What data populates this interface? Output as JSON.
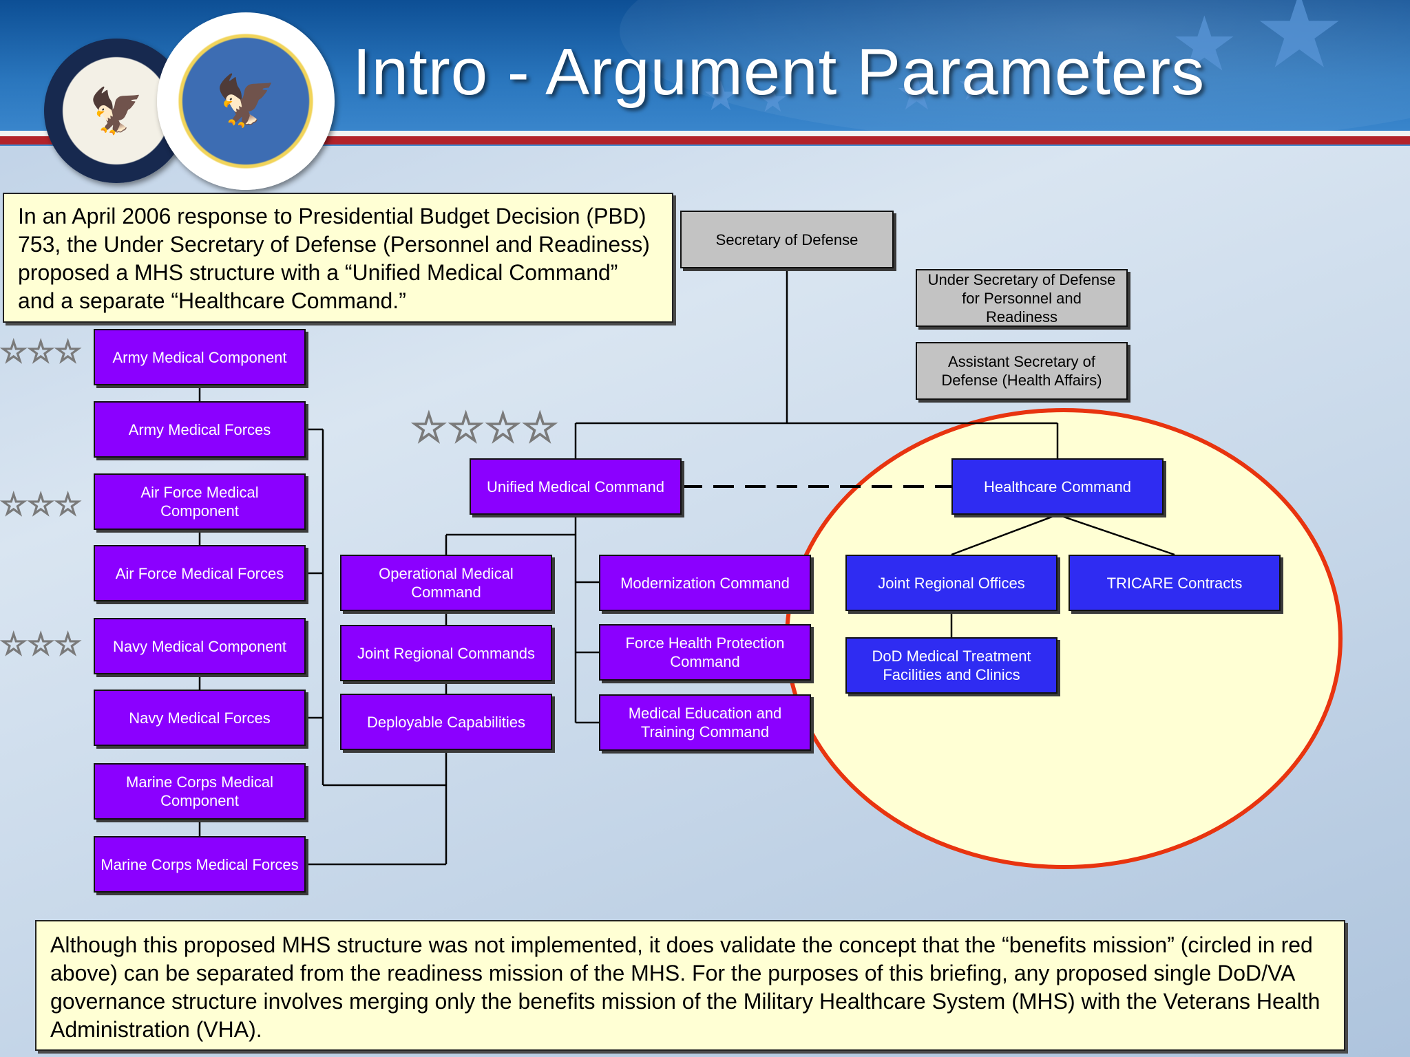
{
  "title": "Intro - Argument Parameters",
  "intro_text": "In an April 2006 response to Presidential Budget Decision (PBD) 753, the Under Secretary of Defense (Personnel and Readiness) proposed a MHS structure with a “Unified Medical Command” and a separate “Healthcare Command.”",
  "conclusion_text": "Although this proposed MHS structure was not implemented, it does validate the concept that the “benefits mission” (circled in red above) can be separated from the readiness mission of the MHS.  For the purposes of this briefing, any proposed single DoD/VA governance structure involves merging only the benefits mission of the Military Healthcare System (MHS) with the Veterans Health Administration (VHA).",
  "seals": {
    "va": "Department of Veterans Affairs seal",
    "dod": "Department of Defense seal"
  },
  "org": {
    "secdef": "Secretary of Defense",
    "usd_pr": "Under Secretary of Defense for Personnel and Readiness",
    "asd_ha": "Assistant Secretary of Defense (Health Affairs)",
    "umc": "Unified Medical Command",
    "hc_command": "Healthcare Command",
    "army_component": "Army Medical Component",
    "army_forces": "Army Medical Forces",
    "af_component": "Air Force Medical Component",
    "af_forces": "Air Force Medical Forces",
    "navy_component": "Navy Medical Component",
    "navy_forces": "Navy Medical Forces",
    "mc_component": "Marine Corps Medical Component",
    "mc_forces": "Marine Corps Medical Forces",
    "op_command": "Operational Medical Command",
    "jrc": "Joint Regional Commands",
    "deployable": "Deployable Capabilities",
    "modernization": "Modernization Command",
    "fhp": "Force Health Protection Command",
    "med_ed": "Medical Education and Training Command",
    "jro": "Joint Regional Offices",
    "tricare": "TRICARE Contracts",
    "mtf": "DoD Medical Treatment Facilities and Clinics"
  },
  "star_rank": {
    "three_star": "☆☆☆",
    "four_star": "☆☆☆☆"
  },
  "colors": {
    "readiness_box": "#8b00ff",
    "benefits_box": "#2f2cf2",
    "oversight_box": "#c3c3c3",
    "benefits_circle_stroke": "#e8340f",
    "benefits_circle_fill": "#ffffd4",
    "text_box_fill": "#ffffd4"
  }
}
